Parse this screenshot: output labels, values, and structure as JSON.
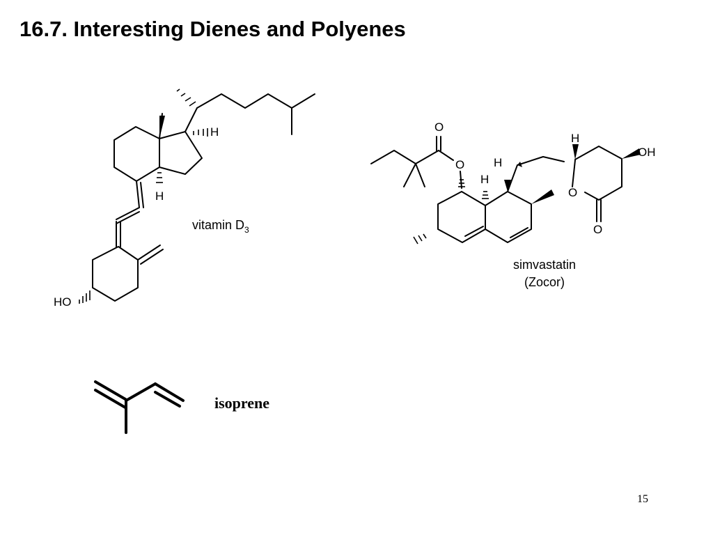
{
  "slide": {
    "title": "16.7. Interesting Dienes and Polyenes",
    "page_number": "15"
  },
  "vitamin_d3": {
    "name": "vitamin D",
    "subscript": "3",
    "atoms": {
      "h_top": "H",
      "h_bottom": "H",
      "ho": "HO"
    }
  },
  "simvastatin": {
    "name": "simvastatin",
    "brand": "(Zocor)",
    "atoms": {
      "o_carbonyl": "O",
      "o_ester": "O",
      "h_left": "H",
      "h_right": "H",
      "h_top": "H",
      "oh": "OH",
      "o_ring": "O",
      "o_lactone": "O"
    }
  },
  "isoprene": {
    "name": "isoprene"
  }
}
